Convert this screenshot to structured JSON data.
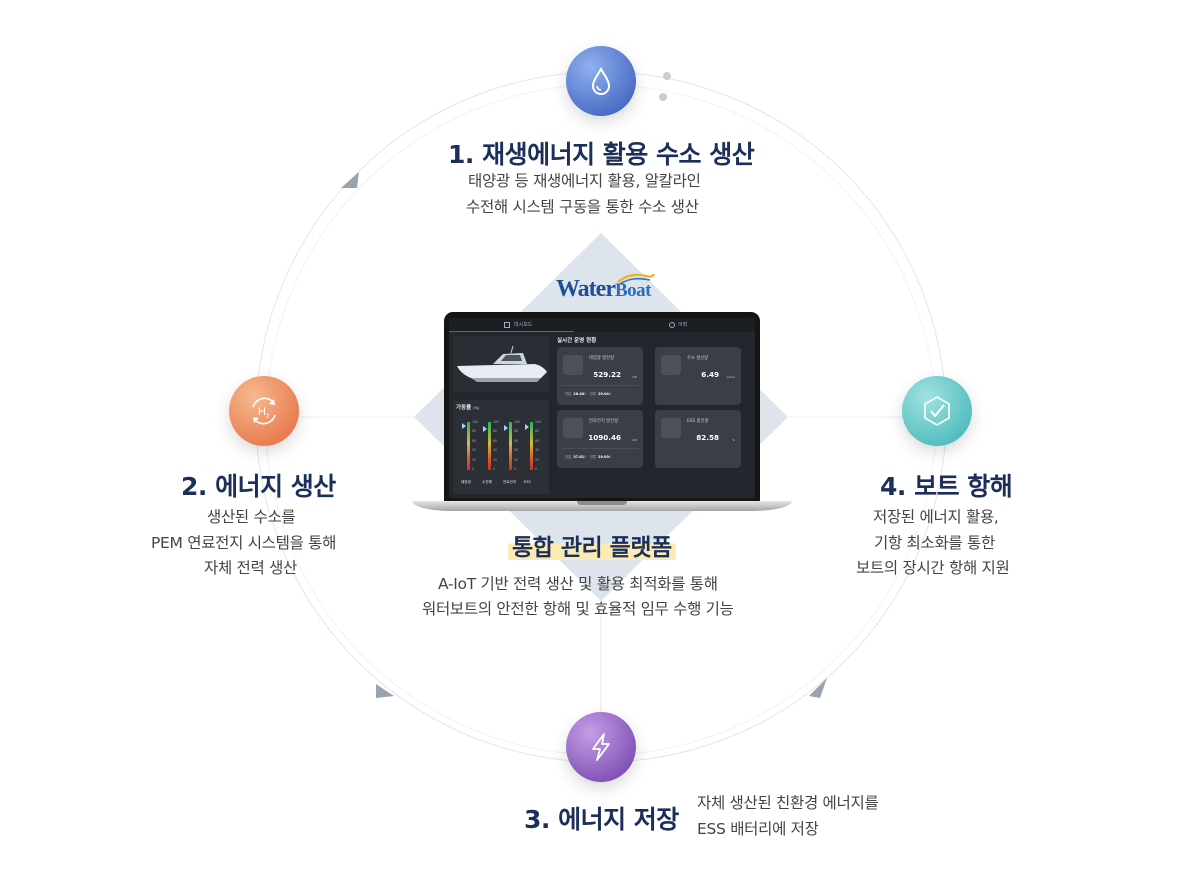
{
  "steps": [
    {
      "title": "1. 재생에너지 활용 수소 생산",
      "lines": [
        "태양광 등 재생에너지 활용, 알칼라인",
        "수전해 시스템 구동을 통한 수소 생산"
      ],
      "icon": "water-drop-icon",
      "color_from": "#7a9ee8",
      "color_to": "#3556b5"
    },
    {
      "title": "2. 에너지 생산",
      "lines": [
        "생산된 수소를",
        "PEM 연료전지 시스템을 통해",
        "자체 전력 생산"
      ],
      "icon": "h2-cycle-icon",
      "color_from": "#f4a779",
      "color_to": "#e2683a"
    },
    {
      "title": "3. 에너지 저장",
      "lines": [
        "자체 생산된 친환경 에너지를",
        "ESS 배터리에 저장"
      ],
      "icon": "lightning-icon",
      "color_from": "#b98de0",
      "color_to": "#6c3ba6"
    },
    {
      "title": "4. 보트 항해",
      "lines": [
        "저장된 에너지 활용,",
        "기항 최소화를 통한",
        "보트의 장시간 항해 지원"
      ],
      "icon": "shield-check-icon",
      "color_from": "#8ddcd9",
      "color_to": "#3bb0b3"
    }
  ],
  "center": {
    "logo_water": "Water",
    "logo_boat": "Boat",
    "title": "통합 관리 플랫폼",
    "lines": [
      "A-IoT 기반 전력 생산 및 활용 최적화를 통해",
      "워터보트의 안전한 항해 및 효율적 임무 수행 기능"
    ]
  },
  "dashboard": {
    "tabs": [
      "대시보드",
      "이력"
    ],
    "main_title": "실시간 운영 현황",
    "gauge_title": "가동률",
    "gauge_unit": "(%)",
    "gauge_ticks": [
      "100",
      "80",
      "60",
      "40",
      "20",
      "0"
    ],
    "gauges": [
      {
        "label": "태양광",
        "level": 0.92
      },
      {
        "label": "수전해",
        "level": 0.85
      },
      {
        "label": "연료전지",
        "level": 0.88
      },
      {
        "label": "ESS",
        "level": 0.9
      }
    ],
    "cards": [
      {
        "label": "태양광 발전량",
        "value": "529.22",
        "unit": "kW",
        "foot_l": "전압",
        "foot_lv": "26.40",
        "foot_lu": "V",
        "foot_r": "전류",
        "foot_rv": "20.04",
        "foot_ru": "A"
      },
      {
        "label": "수소 생산량",
        "value": "6.49",
        "unit": "L/min",
        "foot_l": "",
        "foot_lv": "",
        "foot_lu": "",
        "foot_r": "",
        "foot_rv": "",
        "foot_ru": ""
      },
      {
        "label": "연료전지 발전량",
        "value": "1090.46",
        "unit": "kW",
        "foot_l": "전압",
        "foot_lv": "37.61",
        "foot_lu": "V",
        "foot_r": "전류",
        "foot_rv": "29.00",
        "foot_ru": "A"
      },
      {
        "label": "ESS 충전량",
        "value": "82.58",
        "unit": "%",
        "foot_l": "",
        "foot_lv": "",
        "foot_lu": "",
        "foot_r": "",
        "foot_rv": "",
        "foot_ru": ""
      }
    ]
  }
}
